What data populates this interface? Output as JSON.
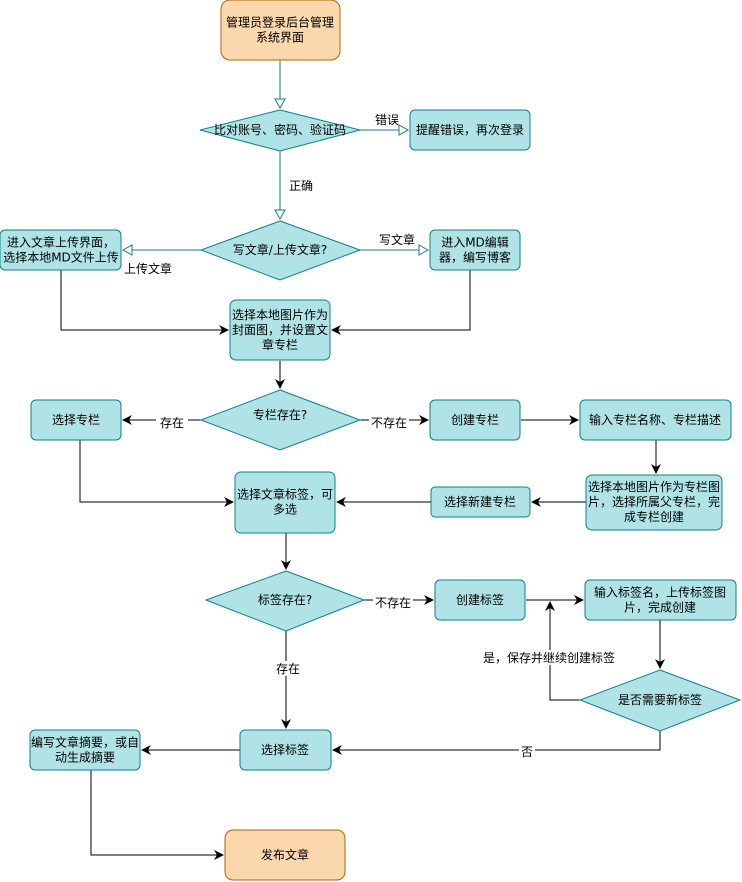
{
  "colors": {
    "process_fill": "#b0e3e6",
    "process_stroke": "#0e8088",
    "terminal_fill": "#fad7ac",
    "terminal_stroke": "#b46504",
    "edge": "#000000"
  },
  "nodes": {
    "start": [
      "管理员登录后台管理",
      "系统界面"
    ],
    "verify": [
      "比对账号、密码、验证码"
    ],
    "login_error": [
      "提醒错误，再次登录"
    ],
    "write_or_upload": [
      "写文章/上传文章?"
    ],
    "upload_page": [
      "进入文章上传界面，",
      "选择本地MD文件上传"
    ],
    "md_editor": [
      "进入MD编辑",
      "器，编写博客"
    ],
    "cover_image": [
      "选择本地图片作为",
      "封面图，并设置文",
      "章专栏"
    ],
    "column_exists": [
      "专栏存在?"
    ],
    "select_column": [
      "选择专栏"
    ],
    "create_column": [
      "创建专栏"
    ],
    "input_column": [
      "输入专栏名称、专栏描述"
    ],
    "column_cover": [
      "选择本地图片作为专栏图",
      "片，选择所属父专栏，完",
      "成专栏创建"
    ],
    "select_new_column": [
      "选择新建专栏"
    ],
    "select_tags": [
      "选择文章标签，可",
      "多选"
    ],
    "tag_exists": [
      "标签存在?"
    ],
    "create_tag": [
      "创建标签"
    ],
    "input_tag": [
      "输入标签名，上传标签图",
      "片，完成创建"
    ],
    "need_new_tag": [
      "是否需要新标签"
    ],
    "select_tag": [
      "选择标签"
    ],
    "summary": [
      "编写文章摘要，或自",
      "动生成摘要"
    ],
    "publish": [
      "发布文章"
    ]
  },
  "edges": {
    "error": "错误",
    "correct": "正确",
    "upload": "上传文章",
    "write": "写文章",
    "exists": "存在",
    "not_exists": "不存在",
    "tag_not_exists": "不存在",
    "tag_exists": "存在",
    "yes_continue": "是，保存并继续创建标签",
    "no": "否"
  }
}
